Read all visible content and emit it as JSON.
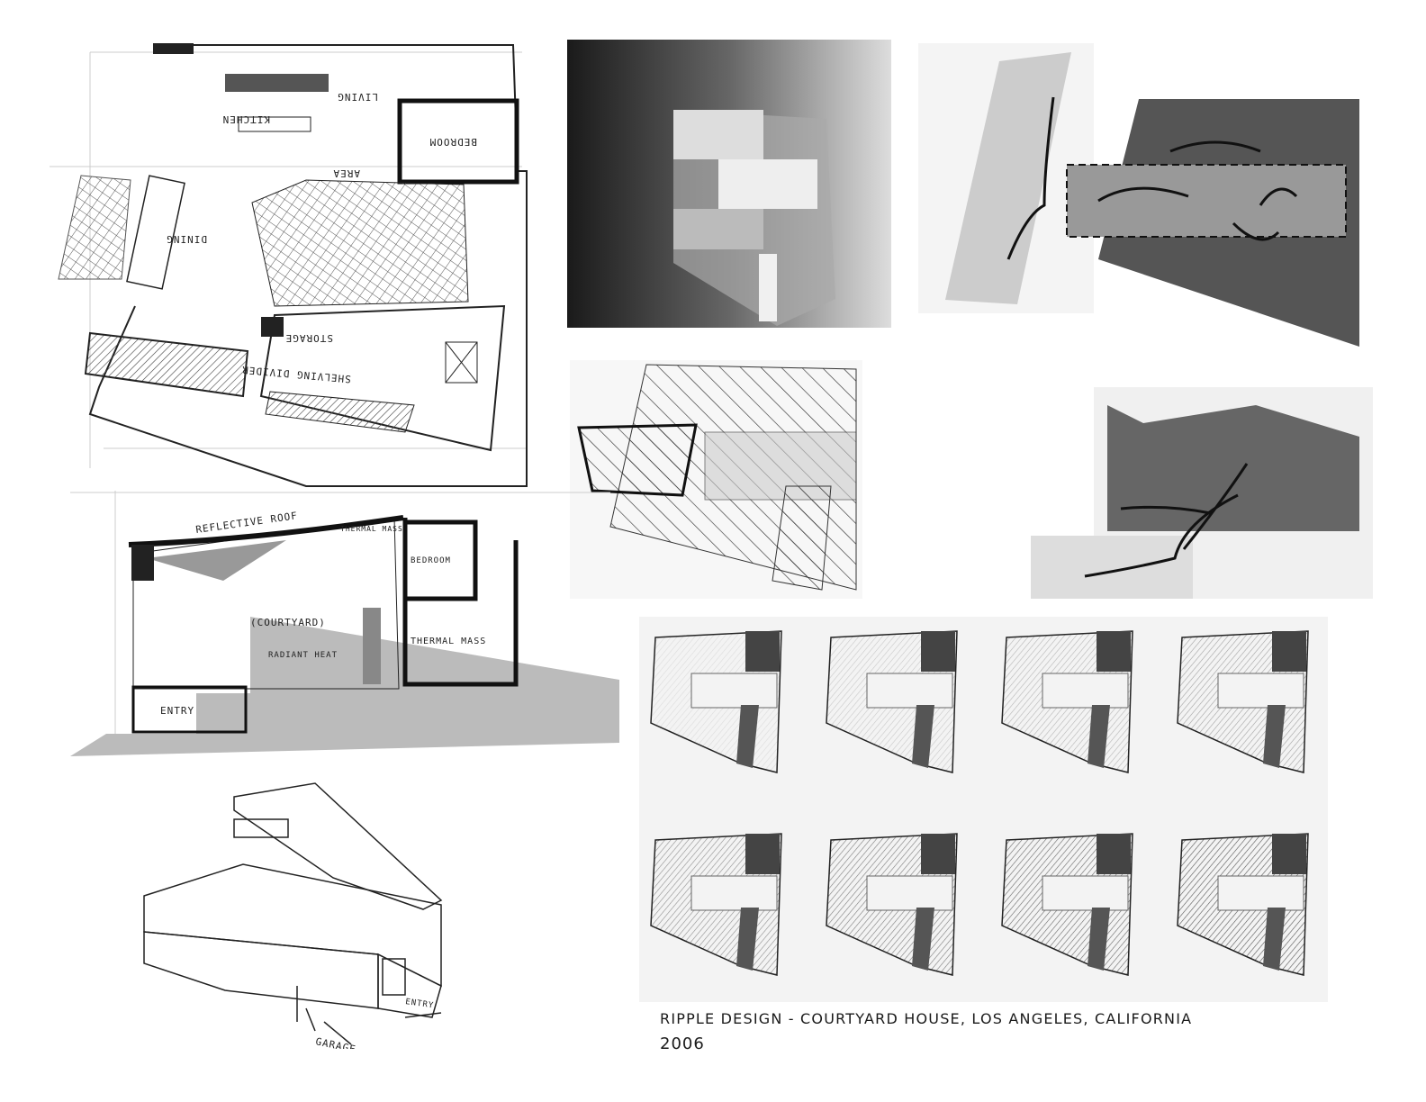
{
  "caption": {
    "title": "RIPPLE DESIGN - COURTYARD HOUSE, LOS ANGELES, CALIFORNIA",
    "year": "2006"
  },
  "sketches": {
    "floor_plan": {
      "labels": [
        "KITCHEN",
        "LIVING",
        "BEDROOM",
        "DINING",
        "SHELVING DIVIDER",
        "AREA",
        "STORAGE"
      ]
    },
    "section": {
      "labels": [
        "REFLECTIVE ROOF",
        "THERMAL MASS",
        "BEDROOM",
        "(COURTYARD)",
        "RADIANT HEAT",
        "THERMAL MASS",
        "ENTRY"
      ]
    },
    "perspective": {
      "labels": [
        "GARAGE",
        "ENTRY"
      ]
    },
    "shadow_studies_count": 8
  },
  "colors": {
    "graphite": "#2a2a2a",
    "paper": "#ffffff",
    "shade": "#8a8a8a"
  }
}
